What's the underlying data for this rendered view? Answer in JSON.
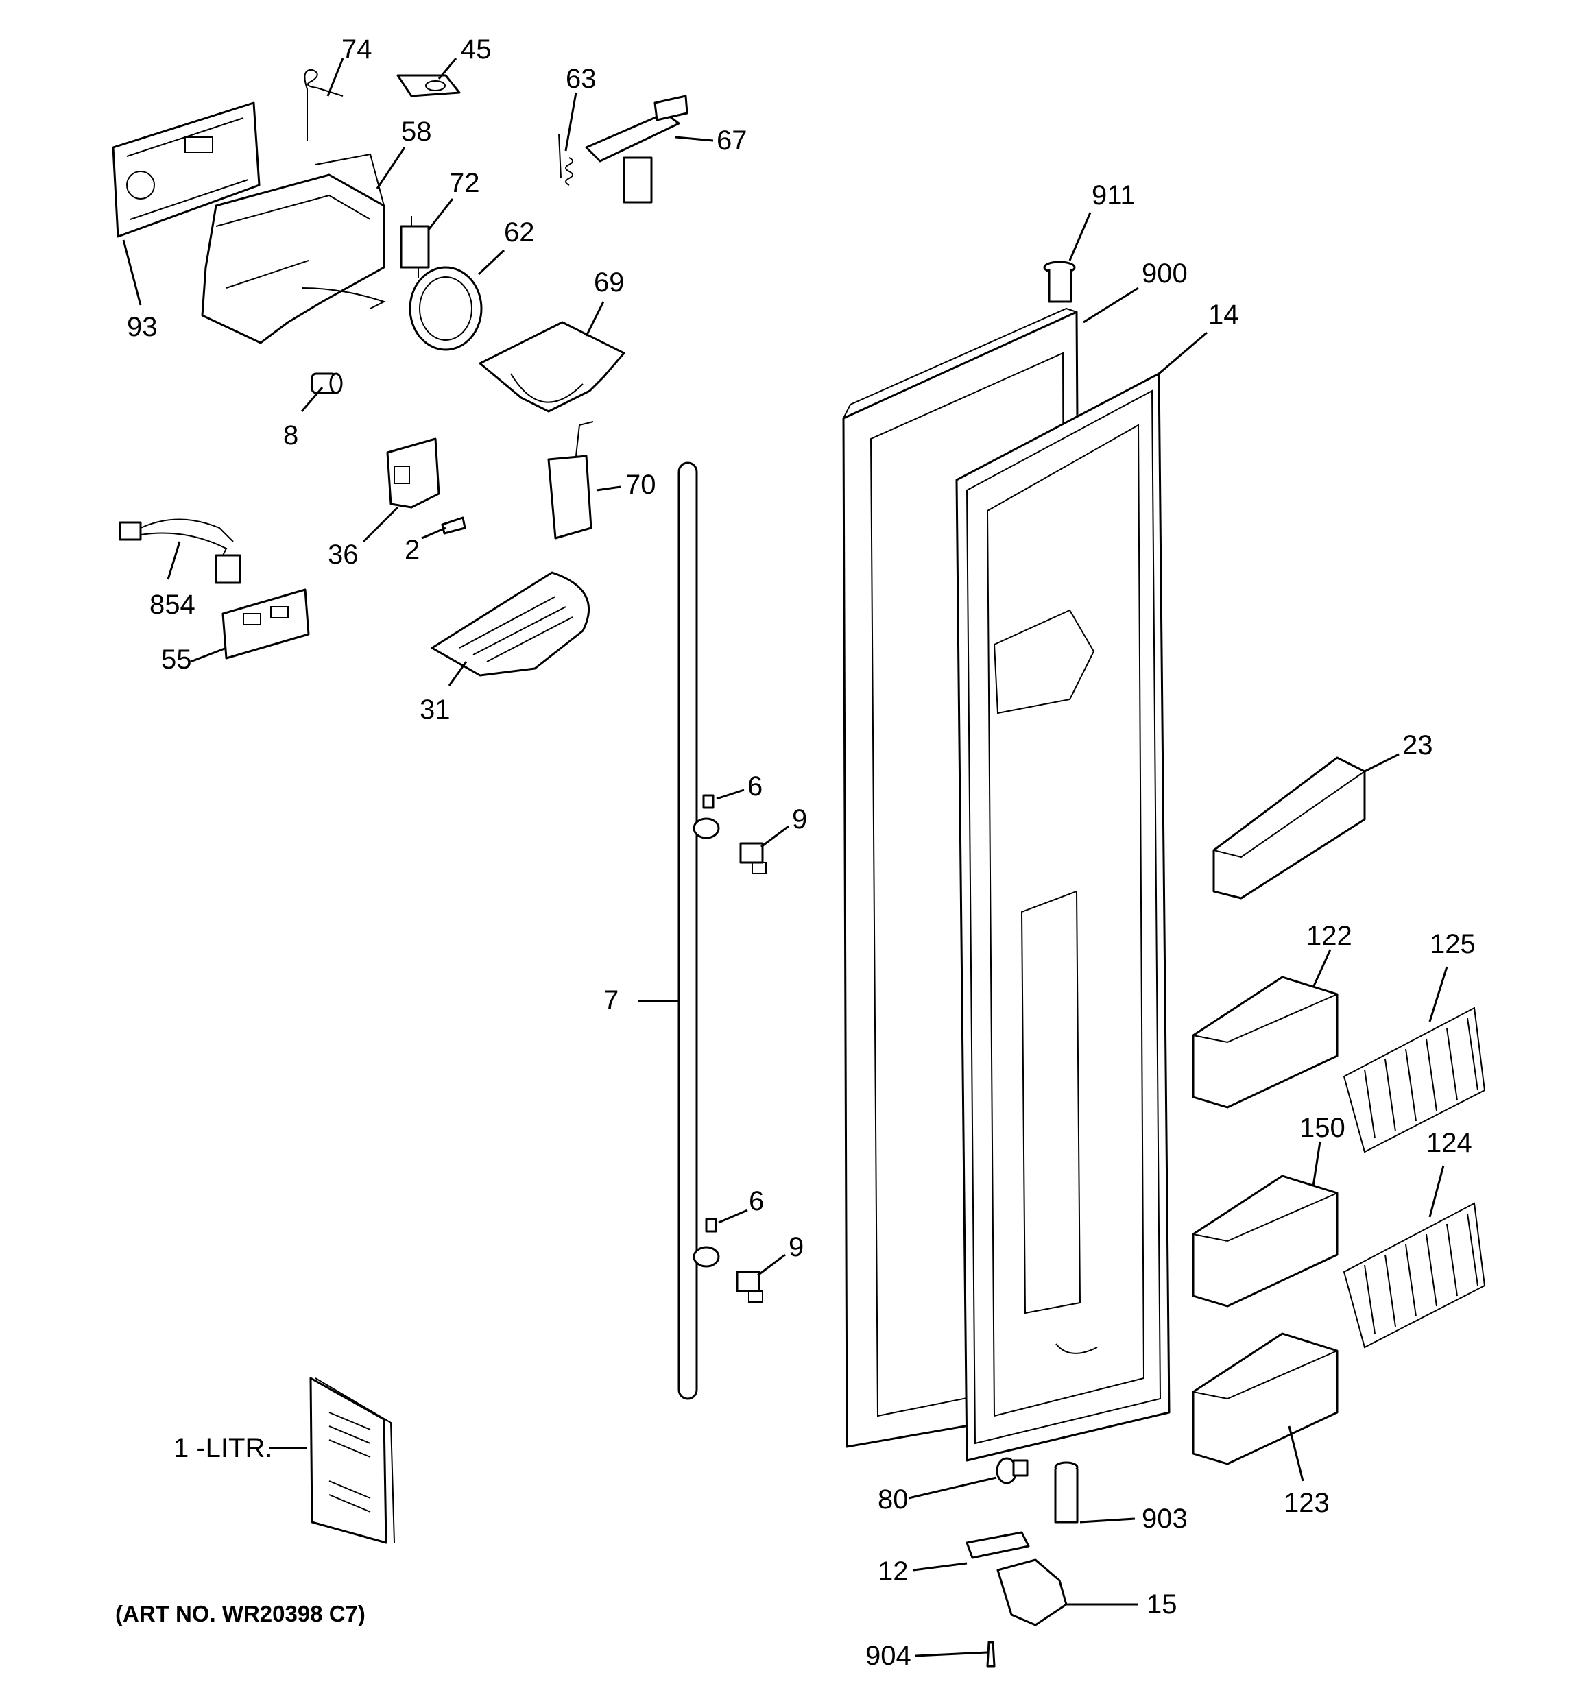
{
  "diagram": {
    "callouts": [
      {
        "id": "c74",
        "label": "74"
      },
      {
        "id": "c45",
        "label": "45"
      },
      {
        "id": "c63",
        "label": "63"
      },
      {
        "id": "c67",
        "label": "67"
      },
      {
        "id": "c58",
        "label": "58"
      },
      {
        "id": "c72",
        "label": "72"
      },
      {
        "id": "c62",
        "label": "62"
      },
      {
        "id": "c69",
        "label": "69"
      },
      {
        "id": "c93",
        "label": "93"
      },
      {
        "id": "c8",
        "label": "8"
      },
      {
        "id": "c36",
        "label": "36"
      },
      {
        "id": "c2",
        "label": "2"
      },
      {
        "id": "c70",
        "label": "70"
      },
      {
        "id": "c854",
        "label": "854"
      },
      {
        "id": "c55",
        "label": "55"
      },
      {
        "id": "c31",
        "label": "31"
      },
      {
        "id": "c911",
        "label": "911"
      },
      {
        "id": "c900",
        "label": "900"
      },
      {
        "id": "c14",
        "label": "14"
      },
      {
        "id": "c23",
        "label": "23"
      },
      {
        "id": "c6a",
        "label": "6"
      },
      {
        "id": "c9a",
        "label": "9"
      },
      {
        "id": "c7",
        "label": "7"
      },
      {
        "id": "c122",
        "label": "122"
      },
      {
        "id": "c125",
        "label": "125"
      },
      {
        "id": "c150",
        "label": "150"
      },
      {
        "id": "c124",
        "label": "124"
      },
      {
        "id": "c6b",
        "label": "6"
      },
      {
        "id": "c9b",
        "label": "9"
      },
      {
        "id": "c1",
        "label": "1 -LITR."
      },
      {
        "id": "c123",
        "label": "123"
      },
      {
        "id": "c80",
        "label": "80"
      },
      {
        "id": "c903",
        "label": "903"
      },
      {
        "id": "c12",
        "label": "12"
      },
      {
        "id": "c15",
        "label": "15"
      },
      {
        "id": "c904",
        "label": "904"
      }
    ],
    "art_number": "(ART NO. WR20398 C7)"
  }
}
